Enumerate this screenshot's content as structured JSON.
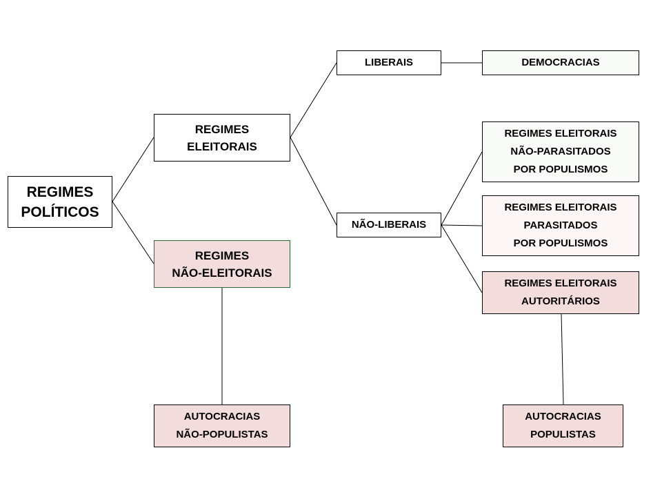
{
  "colors": {
    "white": "#ffffff",
    "pale_green": "#f9fbf6",
    "pale_pink": "#fdf6f6",
    "pink": "#f3dcdc",
    "border": "#000000",
    "green_border": "#2e6b35"
  },
  "nodes": {
    "root": {
      "label": "REGIMES\nPOLÍTICOS",
      "fill": "white"
    },
    "electoral": {
      "label": "REGIMES\nELEITORAIS",
      "fill": "white"
    },
    "non_electoral": {
      "label": "REGIMES\nNÃO-ELEITORAIS",
      "fill": "pink"
    },
    "liberal": {
      "label": "LIBERAIS",
      "fill": "white"
    },
    "non_liberal": {
      "label": "NÃO-LIBERAIS",
      "fill": "white"
    },
    "democracies": {
      "label": "DEMOCRACIAS",
      "fill": "pale_green"
    },
    "non_parasitized": {
      "label": "REGIMES ELEITORAIS\nNÃO-PARASITADOS\nPOR POPULISMOS",
      "fill": "pale_green"
    },
    "parasitized": {
      "label": "REGIMES ELEITORAIS\nPARASITADOS\nPOR POPULISMOS",
      "fill": "pale_pink"
    },
    "authoritarian": {
      "label": "REGIMES ELEITORAIS\nAUTORITÁRIOS",
      "fill": "pink"
    },
    "autocracies_non_populist": {
      "label": "AUTOCRACIAS\nNÃO-POPULISTAS",
      "fill": "pink"
    },
    "autocracies_populist": {
      "label": "AUTOCRACIAS\nPOPULISTAS",
      "fill": "pink"
    }
  },
  "edges": [
    {
      "from": "root",
      "to": "electoral"
    },
    {
      "from": "root",
      "to": "non_electoral"
    },
    {
      "from": "electoral",
      "to": "liberal"
    },
    {
      "from": "electoral",
      "to": "non_liberal"
    },
    {
      "from": "liberal",
      "to": "democracies"
    },
    {
      "from": "non_liberal",
      "to": "non_parasitized"
    },
    {
      "from": "non_liberal",
      "to": "parasitized"
    },
    {
      "from": "non_liberal",
      "to": "authoritarian"
    },
    {
      "from": "non_electoral",
      "to": "autocracies_non_populist"
    },
    {
      "from": "authoritarian",
      "to": "autocracies_populist"
    }
  ]
}
